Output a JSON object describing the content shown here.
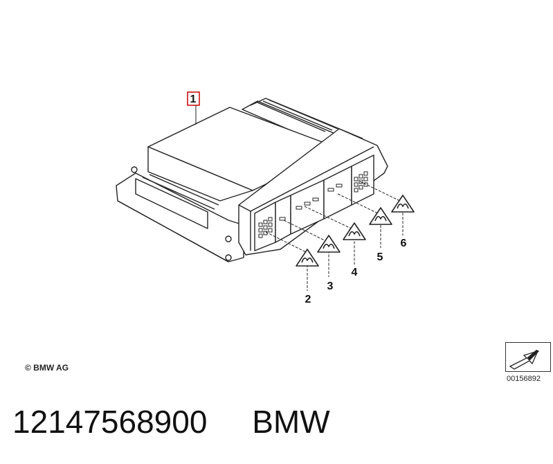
{
  "callouts": [
    {
      "label": "1",
      "boxed": true
    },
    {
      "label": "2",
      "boxed": false
    },
    {
      "label": "3",
      "boxed": false
    },
    {
      "label": "4",
      "boxed": false
    },
    {
      "label": "5",
      "boxed": false
    },
    {
      "label": "6",
      "boxed": false
    }
  ],
  "copyright": "© BMW AG",
  "diagram_id": "00156892",
  "part_number": "12147568900",
  "brand": "BMW",
  "colors": {
    "callout_box": "#cc0000",
    "line": "#222222"
  },
  "icons": [
    "esd-warning-icon",
    "next-page-arrow-icon"
  ]
}
